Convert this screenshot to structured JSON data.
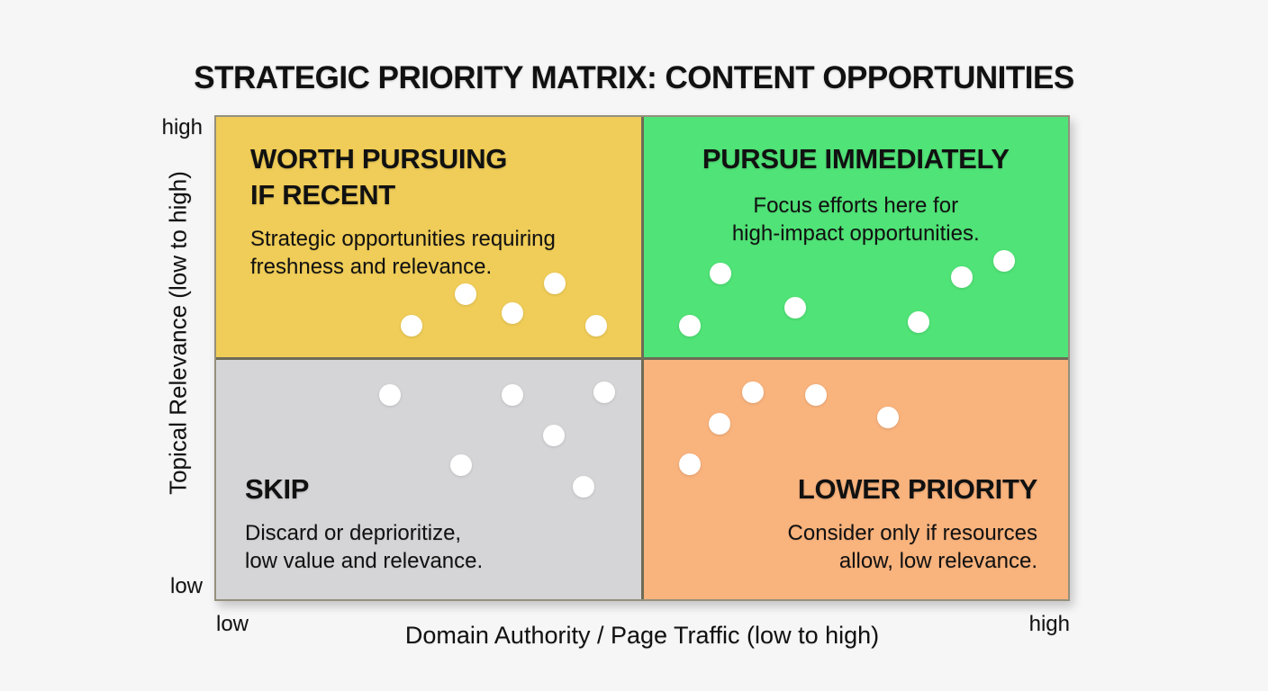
{
  "title": "STRATEGIC PRIORITY MATRIX: CONTENT OPPORTUNITIES",
  "axes": {
    "y_label": "Topical Relevance (low to high)",
    "y_high": "high",
    "y_low": "low",
    "x_label": "Domain Authority / Page Traffic (low to high)",
    "x_low": "low",
    "x_high": "high"
  },
  "colors": {
    "background": "#f6f6f7",
    "divider": "#6e6b57",
    "matrix_border": "#94907c",
    "dot": "#ffffff",
    "text": "#111111"
  },
  "quadrants": [
    {
      "name": "worth-pursuing-if-recent",
      "position": "top-left",
      "title": "WORTH PURSUING IF RECENT",
      "title_lines": [
        "WORTH PURSUING",
        "IF RECENT"
      ],
      "desc_lines": [
        "Strategic opportunities requiring",
        "freshness and relevance."
      ],
      "color": "#f0cd58",
      "dots": [
        [
          217,
          232
        ],
        [
          277,
          197
        ],
        [
          329,
          218
        ],
        [
          376,
          185
        ],
        [
          422,
          232
        ]
      ]
    },
    {
      "name": "pursue-immediately",
      "position": "top-right",
      "title": "PURSUE IMMEDIATELY",
      "title_lines": [
        "PURSUE IMMEDIATELY"
      ],
      "desc_lines": [
        "Focus efforts here for",
        "high-impact opportunities."
      ],
      "color": "#50e377",
      "dots": [
        [
          526,
          232
        ],
        [
          560,
          174
        ],
        [
          643,
          212
        ],
        [
          780,
          228
        ],
        [
          828,
          178
        ],
        [
          875,
          160
        ]
      ]
    },
    {
      "name": "skip",
      "position": "bottom-left",
      "title": "SKIP",
      "title_lines": [
        "SKIP"
      ],
      "desc_lines": [
        "Discard or deprioritize,",
        "low value and relevance."
      ],
      "color": "#d5d5d7",
      "dots": [
        [
          193,
          309
        ],
        [
          329,
          309
        ],
        [
          431,
          306
        ],
        [
          375,
          354
        ],
        [
          272,
          387
        ],
        [
          408,
          411
        ]
      ]
    },
    {
      "name": "lower-priority",
      "position": "bottom-right",
      "title": "LOWER PRIORITY",
      "title_lines": [
        "LOWER PRIORITY"
      ],
      "desc_lines": [
        "Consider only if resources",
        "allow, low relevance."
      ],
      "color": "#f9b37d",
      "dots": [
        [
          526,
          386
        ],
        [
          559,
          341
        ],
        [
          596,
          306
        ],
        [
          666,
          309
        ],
        [
          746,
          334
        ]
      ]
    }
  ],
  "chart_data": {
    "type": "scatter",
    "subtype": "quadrant-matrix",
    "title": "STRATEGIC PRIORITY MATRIX: CONTENT OPPORTUNITIES",
    "xlabel": "Domain Authority / Page Traffic (low to high)",
    "ylabel": "Topical Relevance (low to high)",
    "xlim": [
      "low",
      "high"
    ],
    "ylim": [
      "low",
      "high"
    ],
    "grid": false,
    "legend": "none",
    "quadrant_labels": {
      "top_left": "WORTH PURSUING IF RECENT",
      "top_right": "PURSUE IMMEDIATELY",
      "bottom_left": "SKIP",
      "bottom_right": "LOWER PRIORITY"
    },
    "series": [
      {
        "name": "worth-pursuing-if-recent",
        "points": [
          [
            23,
            57
          ],
          [
            29,
            63
          ],
          [
            35,
            59
          ],
          [
            40,
            65
          ],
          [
            45,
            57
          ]
        ]
      },
      {
        "name": "pursue-immediately",
        "points": [
          [
            56,
            57
          ],
          [
            59,
            68
          ],
          [
            68,
            60
          ],
          [
            82,
            57
          ],
          [
            88,
            67
          ],
          [
            92,
            70
          ]
        ]
      },
      {
        "name": "skip",
        "points": [
          [
            20,
            42
          ],
          [
            35,
            42
          ],
          [
            46,
            43
          ],
          [
            40,
            34
          ],
          [
            29,
            28
          ],
          [
            43,
            23
          ]
        ]
      },
      {
        "name": "lower-priority",
        "points": [
          [
            56,
            28
          ],
          [
            59,
            36
          ],
          [
            63,
            43
          ],
          [
            70,
            42
          ],
          [
            79,
            38
          ]
        ]
      }
    ],
    "units": "percent of axis range (0 = low, 100 = high)"
  }
}
